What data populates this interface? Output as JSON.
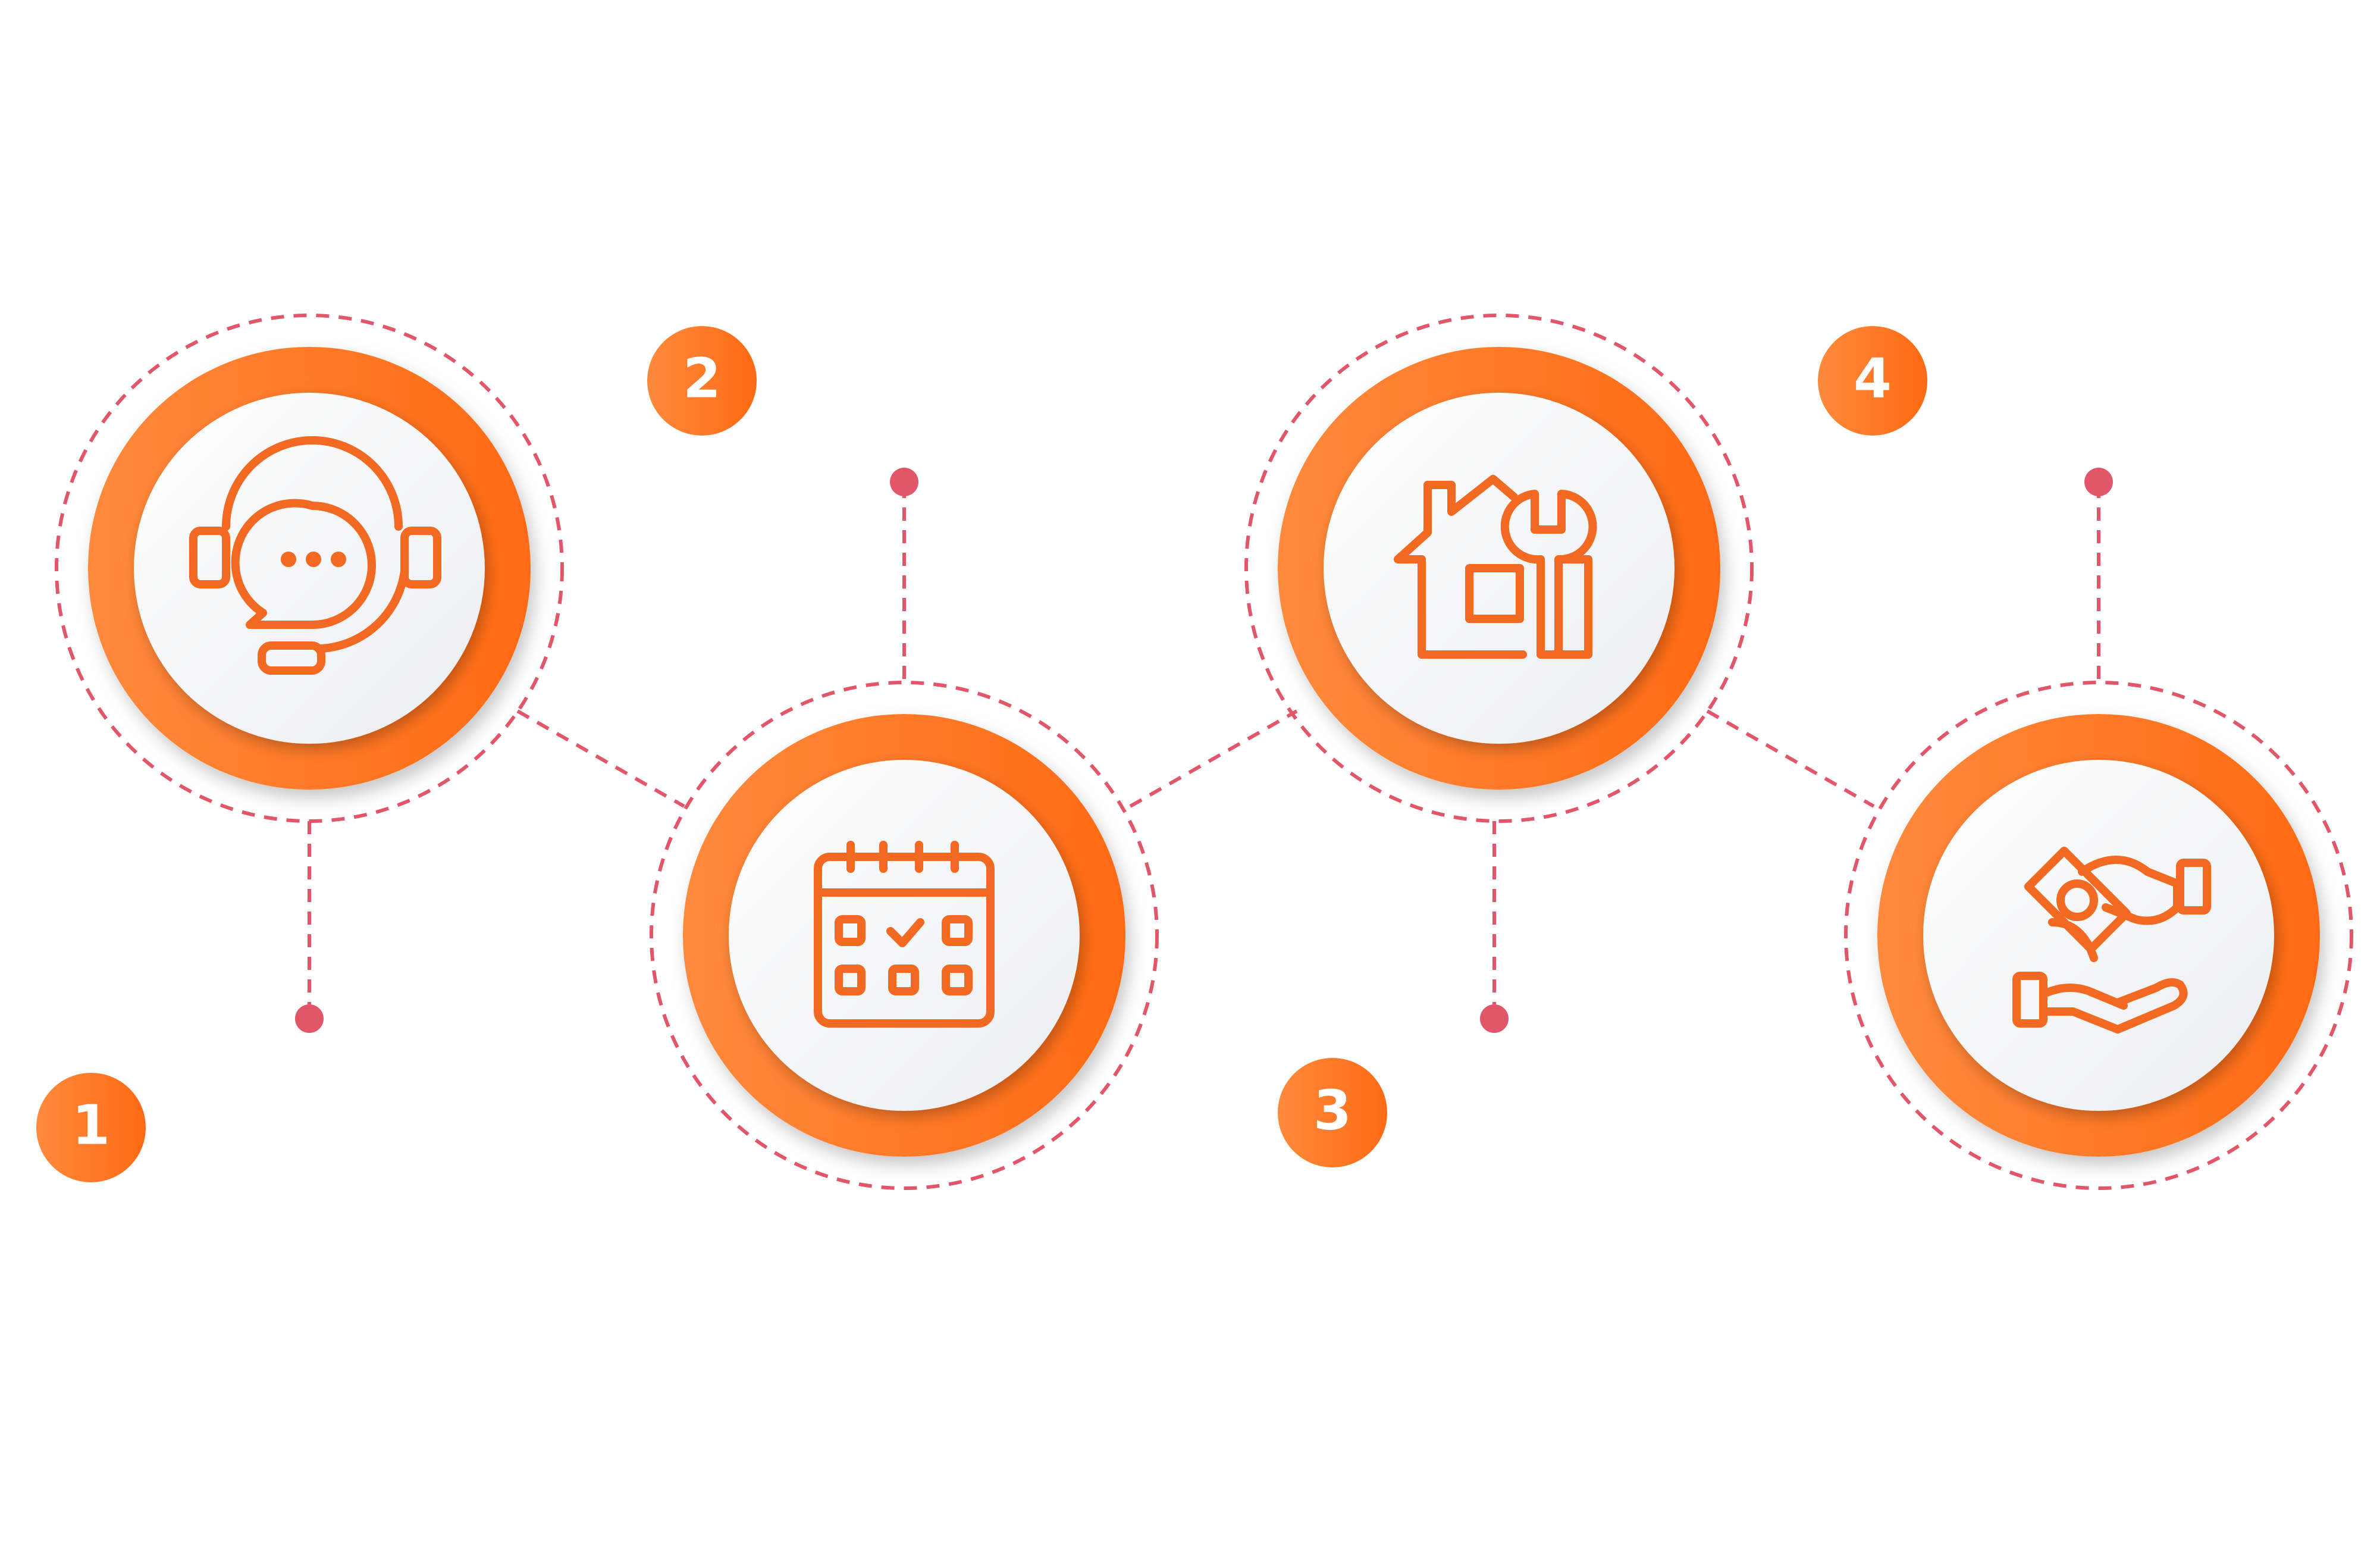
{
  "colors": {
    "accent": "#FF6E1E",
    "accent_light": "#FF8A3D",
    "dash": "#E2566A",
    "inner_bg": "#F3F4F6",
    "number_text": "#FFFFFF",
    "background": "#FFFFFF"
  },
  "steps": [
    {
      "number": "1",
      "icon": "customer-support-headset-icon"
    },
    {
      "number": "2",
      "icon": "calendar-check-icon"
    },
    {
      "number": "3",
      "icon": "home-repair-wrench-icon"
    },
    {
      "number": "4",
      "icon": "payment-cash-hands-icon"
    }
  ]
}
